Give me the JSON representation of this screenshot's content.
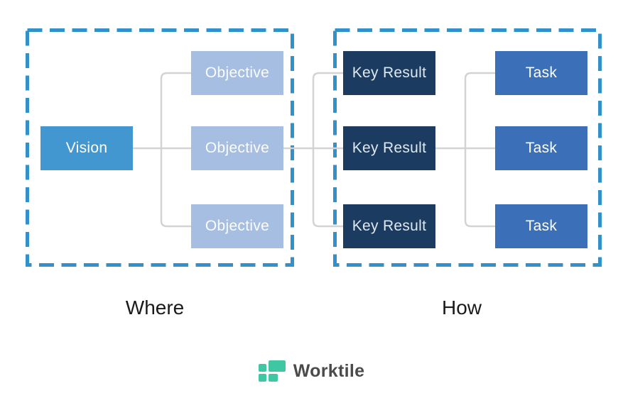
{
  "diagram": {
    "vision": {
      "label": "Vision"
    },
    "objectives": [
      {
        "label": "Objective"
      },
      {
        "label": "Objective"
      },
      {
        "label": "Objective"
      }
    ],
    "key_results": [
      {
        "label": "Key Result"
      },
      {
        "label": "Key Result"
      },
      {
        "label": "Key Result"
      }
    ],
    "tasks": [
      {
        "label": "Task"
      },
      {
        "label": "Task"
      },
      {
        "label": "Task"
      }
    ],
    "sections": [
      {
        "label": "Where"
      },
      {
        "label": "How"
      }
    ]
  },
  "footer": {
    "brand": "Worktile"
  },
  "colors": {
    "vision_bg": "#4297D1",
    "objective_bg": "#A7BEE3",
    "key_result_bg": "#1B3C60",
    "task_bg": "#3B70B8",
    "kr_text": "#DDE8F2",
    "dashed_border": "#3291CB",
    "connector": "#D3D3D3",
    "section_label": "#1A1A1A",
    "brand_green": "#3FC7A4",
    "brand_text": "#4B4B4B"
  }
}
